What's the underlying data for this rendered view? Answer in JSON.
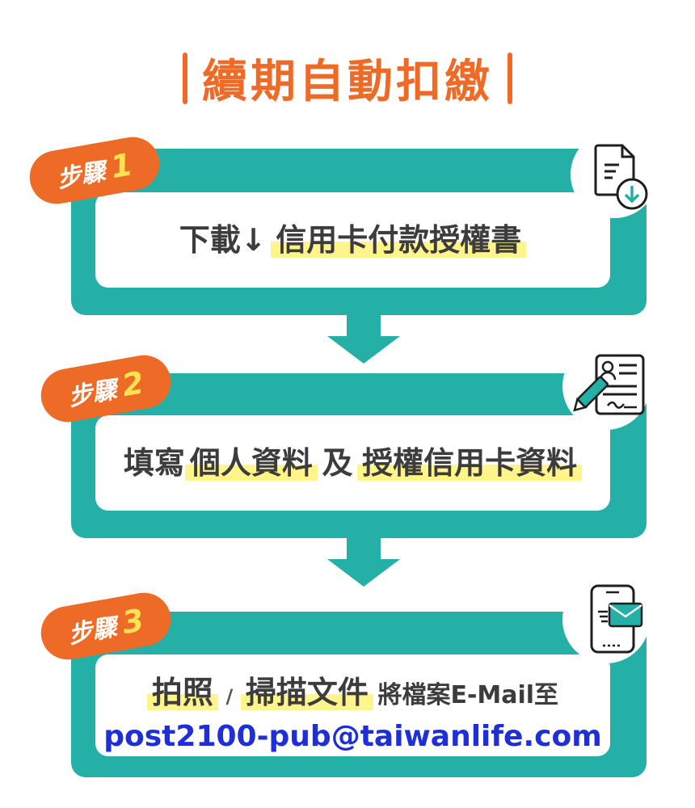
{
  "title": "續期自動扣繳",
  "colors": {
    "teal": "#24b0a7",
    "orange": "#ee6b27",
    "yellow_highlight": "#fff58a",
    "step_number": "#ffe352",
    "email": "#1e2fd8",
    "text": "#3c3c3c"
  },
  "steps": [
    {
      "prefix": "步驟",
      "number": "1",
      "icon": "document-download-icon",
      "text_plain": "下載↓",
      "text_highlight": "信用卡付款授權書"
    },
    {
      "prefix": "步驟",
      "number": "2",
      "icon": "form-sign-pen-icon",
      "text_plain1": "填寫",
      "text_highlight1": "個人資料",
      "text_plain2": "及",
      "text_highlight2": "授權信用卡資料"
    },
    {
      "prefix": "步驟",
      "number": "3",
      "icon": "phone-email-icon",
      "text_highlight1": "拍照",
      "separator": "/",
      "text_highlight2": "掃描文件",
      "text_plain": "將檔案E-Mail至",
      "email": "post2100-pub@taiwanlife.com"
    }
  ],
  "connector_icon": "down-arrow-icon"
}
